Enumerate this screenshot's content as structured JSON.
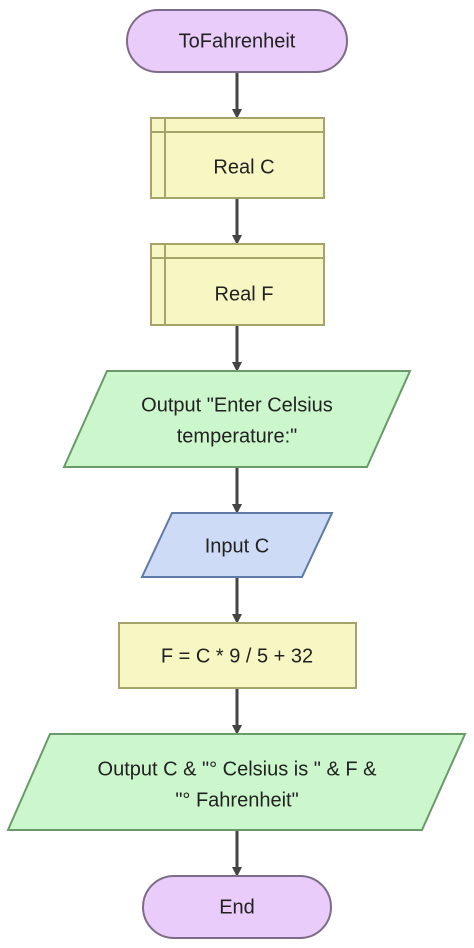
{
  "flowchart": {
    "start": {
      "label": "ToFahrenheit"
    },
    "declare_c": {
      "label": "Real C"
    },
    "declare_f": {
      "label": "Real F"
    },
    "output_prompt": {
      "line1": "Output \"Enter Celsius",
      "line2": "temperature:\""
    },
    "input_c": {
      "label": "Input C"
    },
    "assign_f": {
      "label": "F = C * 9 / 5 + 32"
    },
    "output_result": {
      "line1": "Output C & \"° Celsius is \" & F &",
      "line2": "\"° Fahrenheit\""
    },
    "end": {
      "label": "End"
    }
  },
  "colors": {
    "terminal_fill": "#e9ccf9",
    "terminal_stroke": "#7d6c88",
    "declare_fill": "#f7f7c4",
    "declare_stroke": "#a3a36a",
    "output_fill": "#ccf7cc",
    "output_stroke": "#6a9a6a",
    "input_fill": "#cddbf7",
    "input_stroke": "#5f7aa6",
    "process_fill": "#f7f7c4",
    "process_stroke": "#a3a36a",
    "arrow": "#444444"
  }
}
